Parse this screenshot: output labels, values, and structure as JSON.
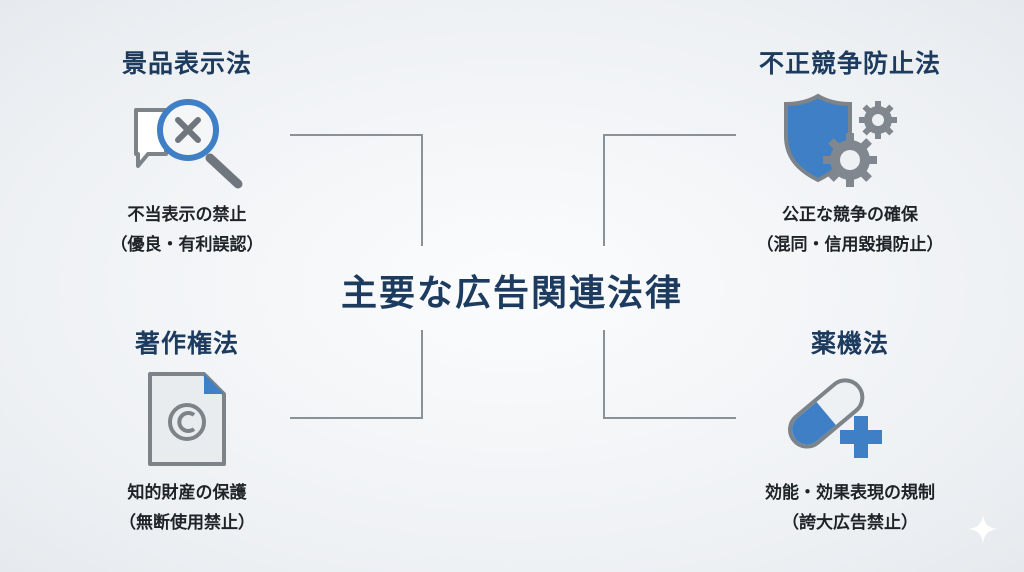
{
  "center_title": "主要な広告関連法律",
  "laws": [
    {
      "title": "景品表示法",
      "desc_line1": "不当表示の禁止",
      "desc_line2": "（優良・有利誤認）",
      "icon": "magnifier-x-icon"
    },
    {
      "title": "不正競争防止法",
      "desc_line1": "公正な競争の確保",
      "desc_line2": "（混同・信用毀損防止）",
      "icon": "shield-gears-icon"
    },
    {
      "title": "著作権法",
      "desc_line1": "知的財産の保護",
      "desc_line2": "（無断使用禁止）",
      "icon": "copyright-document-icon"
    },
    {
      "title": "薬機法",
      "desc_line1": "効能・効果表現の規制",
      "desc_line2": "（誇大広告禁止）",
      "icon": "pill-plus-icon"
    }
  ],
  "colors": {
    "title": "#1d3b5e",
    "accent": "#3f7fc6",
    "icon_gray": "#6f767d"
  }
}
